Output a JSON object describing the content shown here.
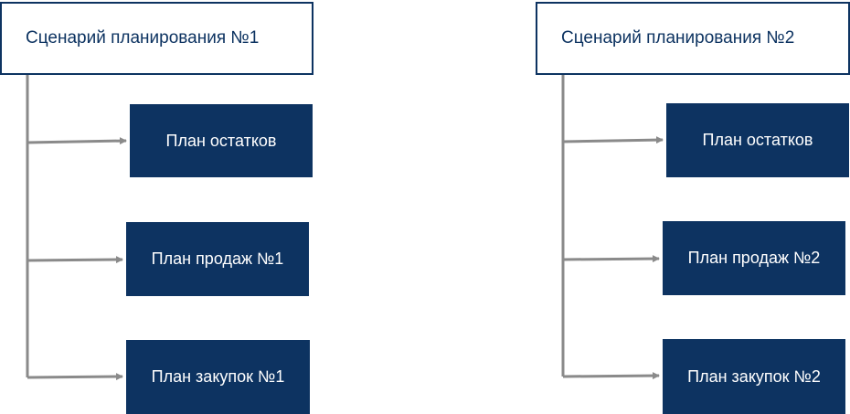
{
  "colors": {
    "box_fill": "#0d3361",
    "box_text": "#ffffff",
    "header_border": "#0d3361",
    "connector": "#8a8a8a"
  },
  "scenarios": [
    {
      "title": "Сценарий планирования №1",
      "plans": [
        "План остатков",
        "План продаж №1",
        "План закупок №1"
      ]
    },
    {
      "title": "Сценарий планирования №2",
      "plans": [
        "План остатков",
        "План продаж №2",
        "План закупок №2"
      ]
    }
  ]
}
